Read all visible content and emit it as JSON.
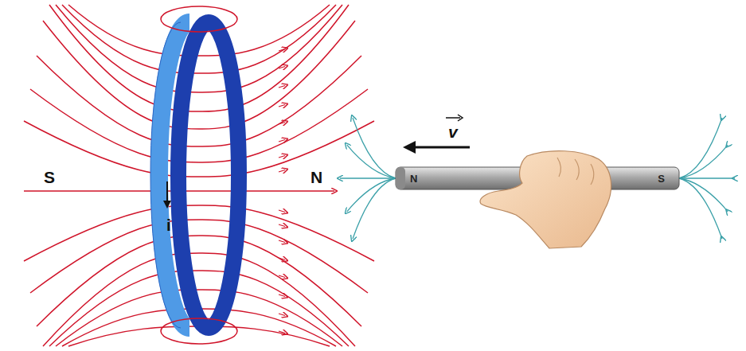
{
  "diagram": {
    "nodes": [
      {
        "text": [
          "N",
          "S"
        ]
      }
    ],
    "labels": [
      "S",
      "N",
      "i",
      "v"
    ]
  }
}
